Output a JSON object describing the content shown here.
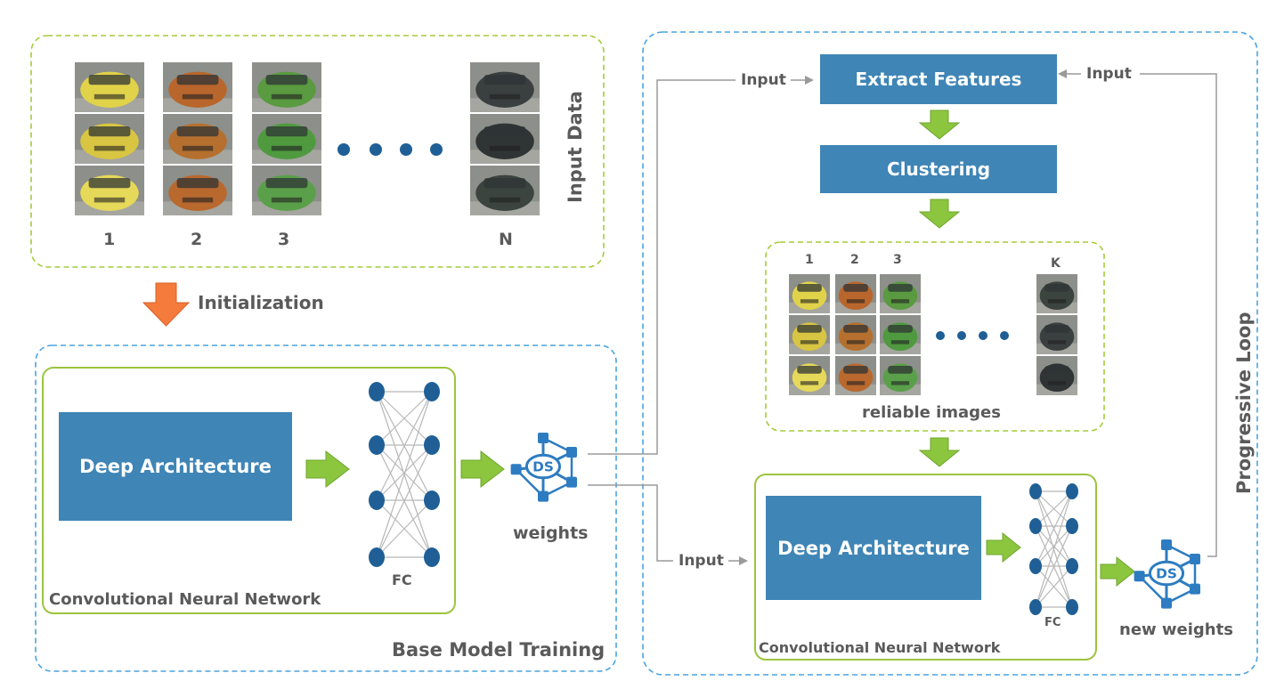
{
  "input_data": {
    "title": "Input Data",
    "column_labels": [
      "1",
      "2",
      "3",
      "N"
    ]
  },
  "initialization_label": "Initialization",
  "base_model": {
    "title": "Base Model Training",
    "cnn_label": "Convolutional Neural Network",
    "deep_arch": "Deep Architecture",
    "fc_label": "FC",
    "weights_label": "weights",
    "ds_badge": "DS"
  },
  "progressive": {
    "title": "Progressive Loop",
    "extract_features": "Extract Features",
    "clustering": "Clustering",
    "input_label": "Input",
    "reliable": {
      "caption": "reliable images",
      "column_labels": [
        "1",
        "2",
        "3",
        "K"
      ]
    },
    "cnn_label": "Convolutional Neural Network",
    "deep_arch": "Deep Architecture",
    "fc_label": "FC",
    "weights_label": "new weights",
    "ds_badge": "DS"
  },
  "colors": {
    "box_blue": "#3f85b6",
    "arrow_green": "#8cc63f",
    "arrow_orange": "#f47b3b",
    "dash_green": "#a3cc3a",
    "dash_blue": "#4aa3df",
    "node_blue": "#1f5f96",
    "icon_blue": "#2d7cc1"
  },
  "car_colors": {
    "input": [
      [
        "#e0d34a",
        "#d8c542",
        "#e6d95a"
      ],
      [
        "#b9662c",
        "#b5702f",
        "#b9682e"
      ],
      [
        "#5a9a40",
        "#4f9a3f",
        "#5aa04a"
      ],
      [
        "#3a4040",
        "#2f3434",
        "#3b443e"
      ]
    ],
    "reliable": [
      [
        "#e0d34a",
        "#d8c542",
        "#e6d95a"
      ],
      [
        "#b9662c",
        "#b5702f",
        "#b9682e"
      ],
      [
        "#5a9a40",
        "#4f9a3f",
        "#5aa04a"
      ],
      [
        "#3b443e",
        "#3a4040",
        "#2f3434"
      ]
    ]
  }
}
